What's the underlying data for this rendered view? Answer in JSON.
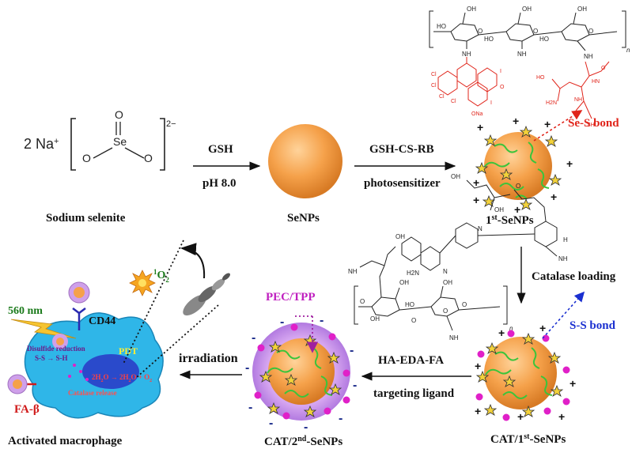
{
  "colors": {
    "particle": "#f5a14a",
    "arrow": "#111111",
    "red": "#e0241a",
    "blue": "#1a2fd0",
    "magenta": "#c020c0",
    "green": "#1a7a1a",
    "cell": "#2fb6e8",
    "star": "#f3d23a",
    "dot": "#e020c8"
  },
  "precursor": {
    "formula_prefix": "2 Na",
    "plus": "+",
    "charge": "2−",
    "se": "Se",
    "o": "O",
    "label": "Sodium selenite"
  },
  "step1": {
    "top": "GSH",
    "bottom": "pH 8.0"
  },
  "senps": {
    "label": "SeNPs"
  },
  "step2": {
    "top": "GSH-CS-RB",
    "bottom": "photosensitizer"
  },
  "first": {
    "label_a": "1",
    "label_sup": "st",
    "label_b": "-SeNPs",
    "bond": "Se-S bond"
  },
  "step3": {
    "label": "Catalase loading"
  },
  "cat1": {
    "label_a": "CAT/1",
    "label_sup": "st",
    "label_b": "-SeNPs",
    "bond": "S-S bond"
  },
  "step4": {
    "top": "HA-EDA-FA",
    "bottom": "targeting ligand"
  },
  "cat2": {
    "label_a": "CAT/2",
    "label_sup": "nd",
    "label_b": "-SeNPs",
    "pec": "PEC/TPP"
  },
  "step5": {
    "label": "irradiation"
  },
  "macrophage": {
    "label": "Activated macrophage",
    "wavelength": "560 nm",
    "receptor1": "CD44",
    "receptor2": "FA-β",
    "disulfide_1": "Disulfide reduction",
    "disulfide_2": "S-S → S-H",
    "pdt": "PDT",
    "reaction_left": "2H",
    "reaction_right": "O → 2H",
    "reaction_end": "O + O",
    "catalase": "Catalase release",
    "singlet_sup": "1",
    "singlet": "O"
  },
  "polymer_top": {
    "oh": "OH",
    "ho": "HO",
    "nh": "NH",
    "nh2": "NH",
    "o": "O",
    "n": "n",
    "nh3": "NH",
    "hn": "HN",
    "sh": "SH",
    "h2n": "H2N"
  },
  "polymer_mid": {
    "oh": "OH",
    "ho": "HO",
    "nh": "NH",
    "o": "O",
    "n": "n",
    "h2n": "H2N",
    "n2": "N",
    "h": "H"
  }
}
